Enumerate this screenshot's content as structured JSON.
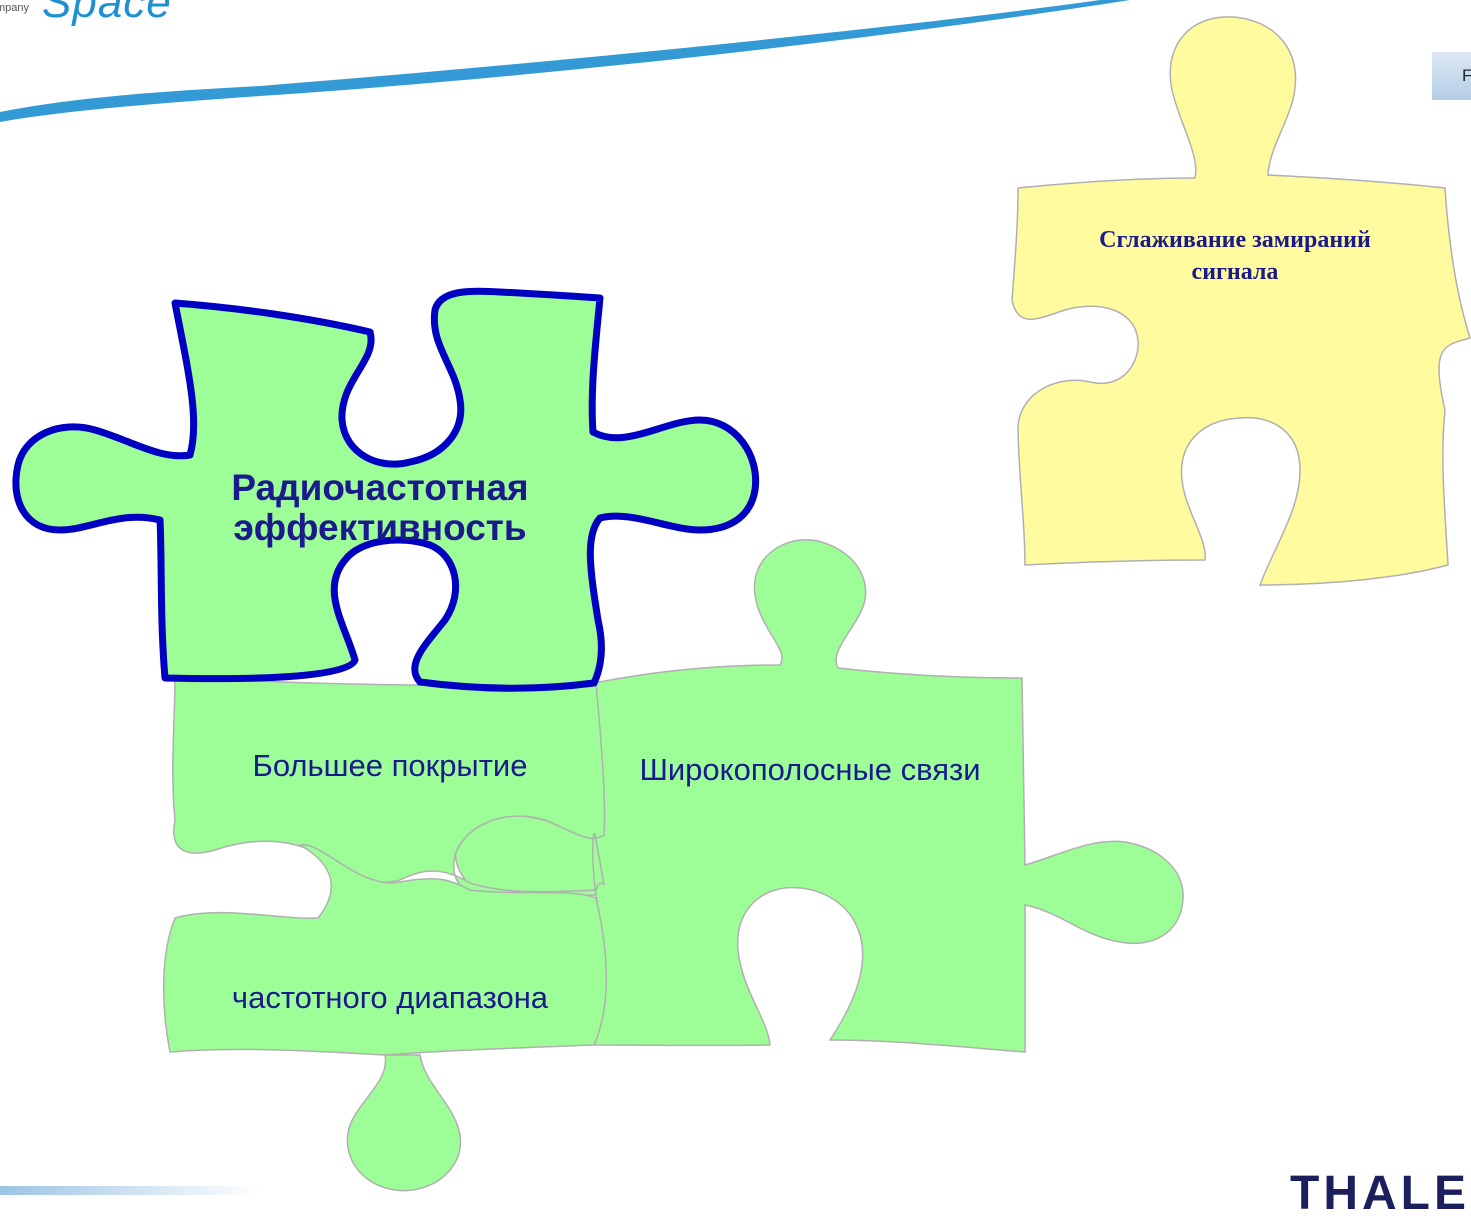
{
  "header": {
    "logo_prefix": "mpany",
    "logo_word": "Space",
    "tab_fragment": "F"
  },
  "pieces": {
    "radio_efficiency": {
      "line1": "Радиочастотная",
      "line2": "эффективность"
    },
    "coverage": "Большее покрытие",
    "broadband": "Широкополосные связи",
    "frequency_range": "частотного диапазона",
    "fading": {
      "line1": "Сглаживание замираний",
      "line2": "сигнала"
    }
  },
  "footer": {
    "brand": "THALES"
  },
  "colors": {
    "green": "#9dfd96",
    "yellow": "#fffb9e",
    "outline_blue": "#0000c2",
    "text_blue": "#1a1a8c",
    "logo_blue": "#1e8fd0"
  }
}
